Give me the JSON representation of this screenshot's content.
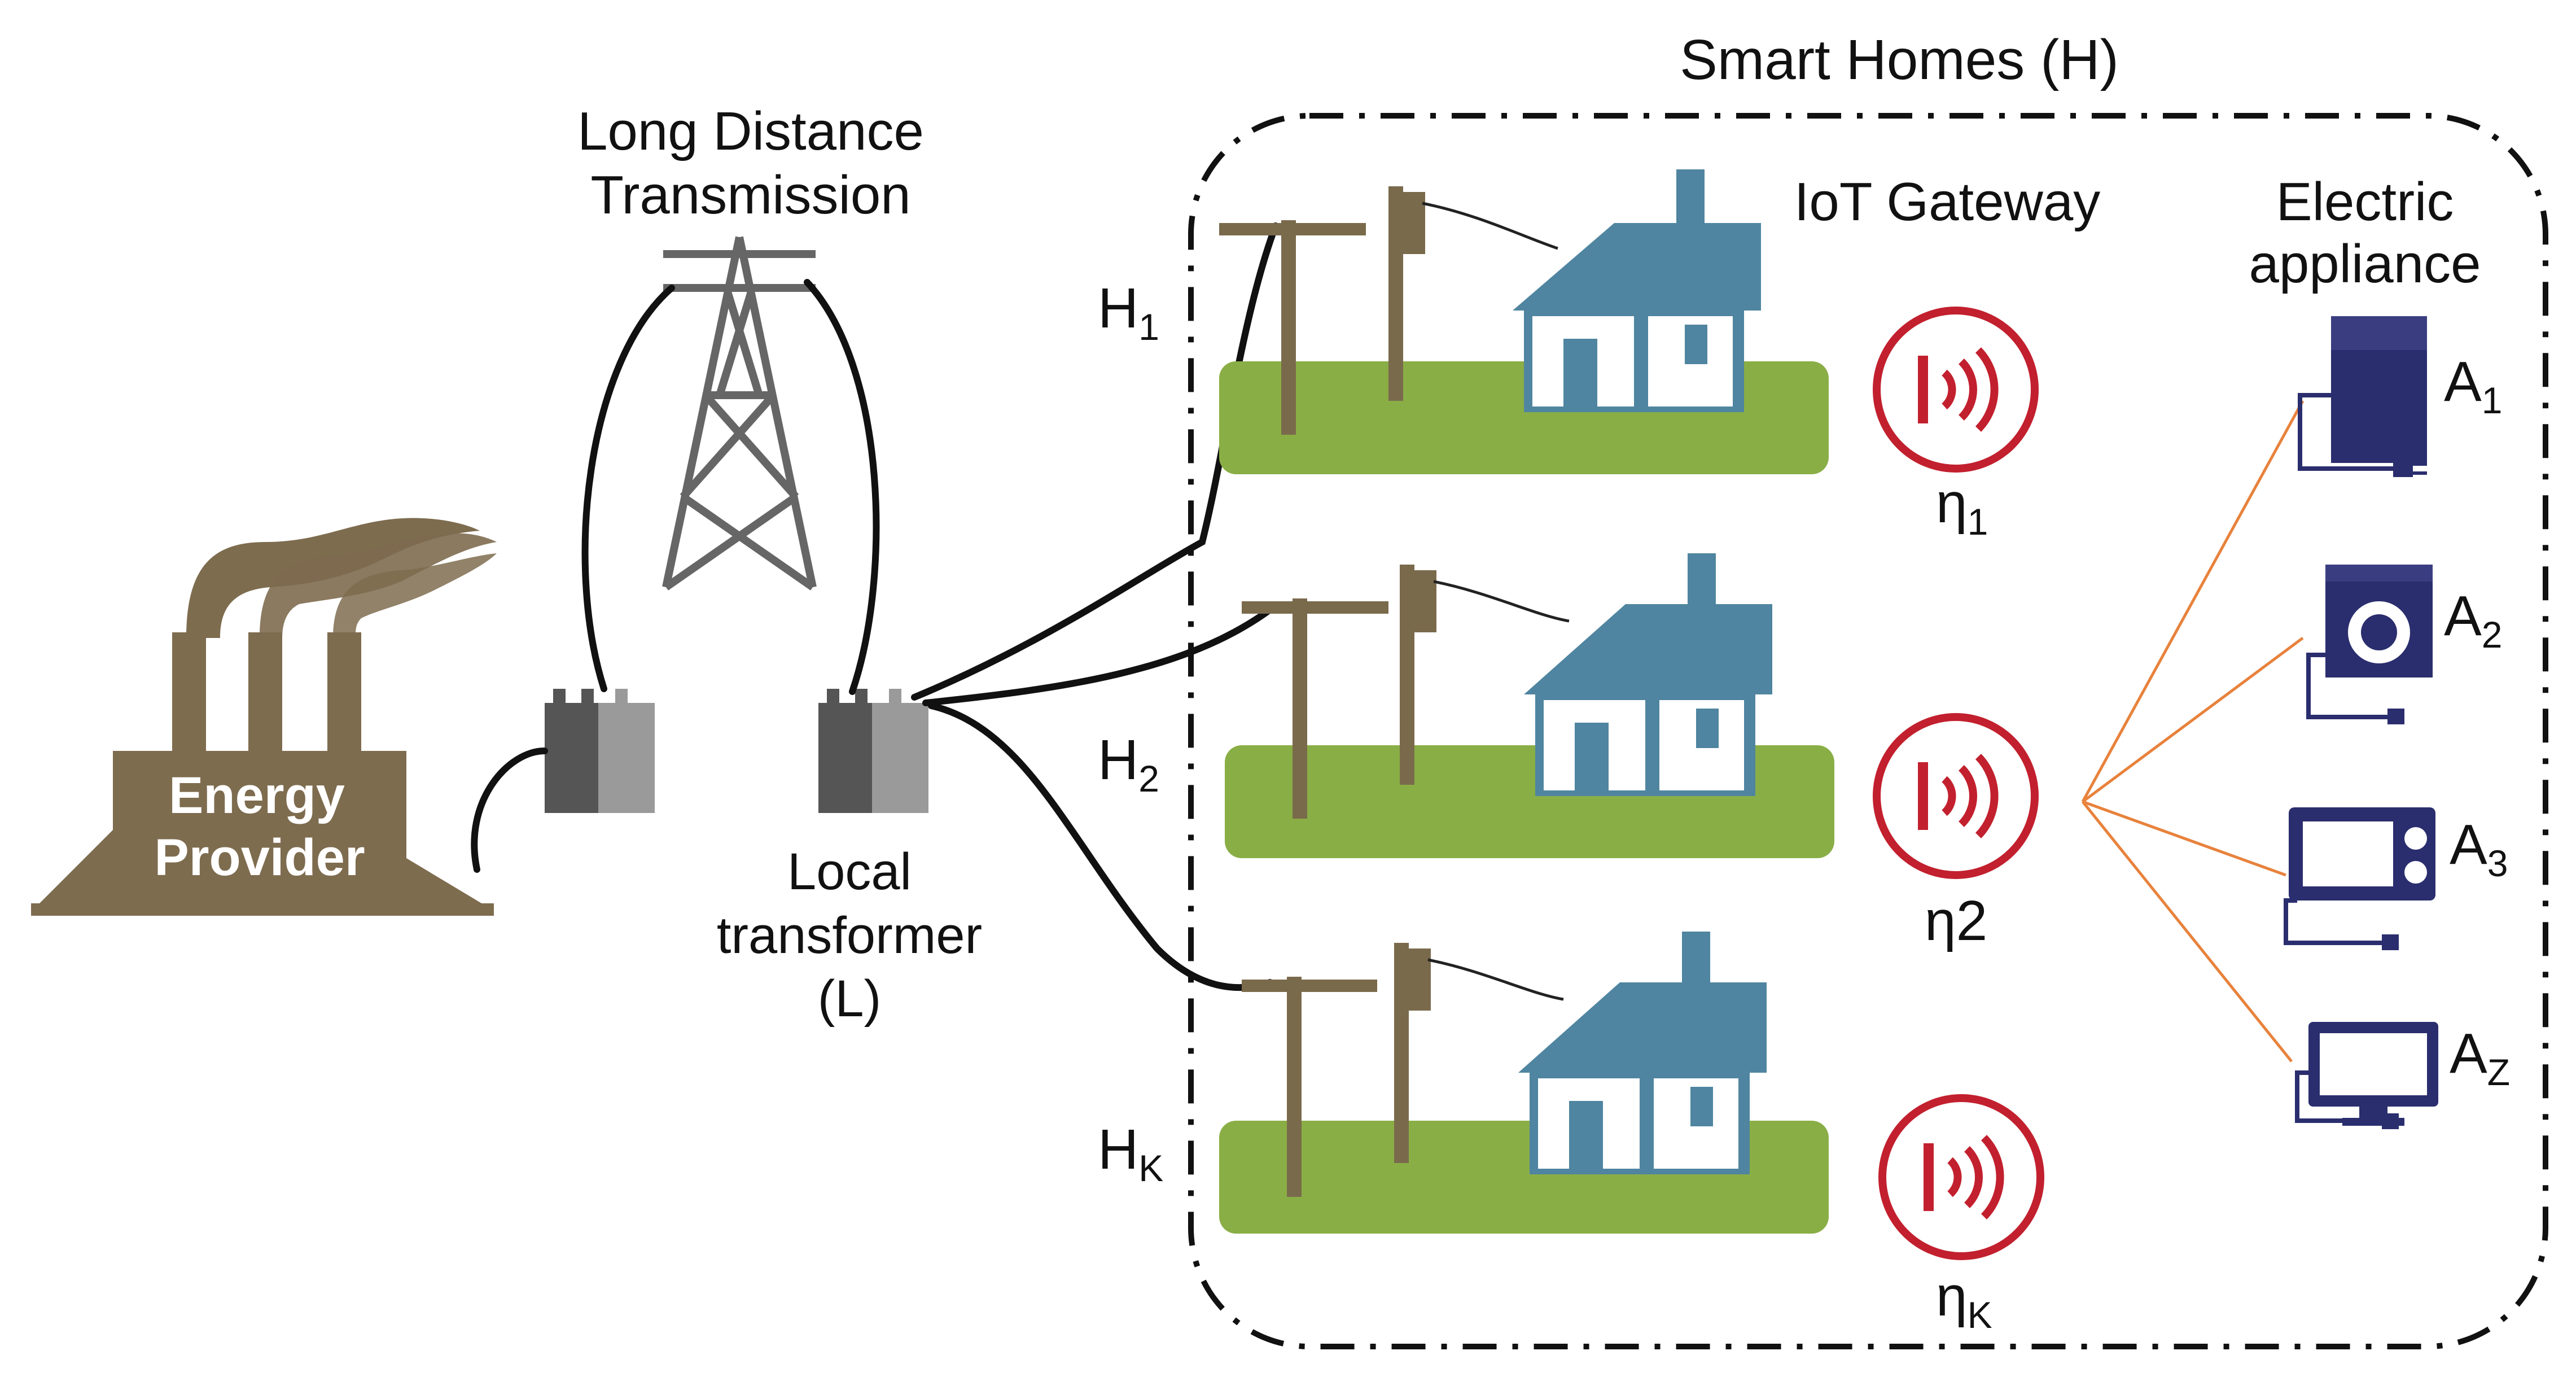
{
  "labels": {
    "smart_homes": "Smart Homes (H)",
    "long_distance_line1": "Long Distance",
    "long_distance_line2": "Transmission",
    "iot_gateway": "IoT Gateway",
    "electric_line1": "Electric",
    "electric_line2": "appliance",
    "energy_line1": "Energy",
    "energy_line2": "Provider",
    "local_line1": "Local",
    "local_line2": "transformer",
    "local_line3": "(L)"
  },
  "homes": [
    {
      "base": "H",
      "sub": "1"
    },
    {
      "base": "H",
      "sub": "2"
    },
    {
      "base": "H",
      "sub": "K"
    }
  ],
  "gateways": [
    {
      "base": "η",
      "sub": "1"
    },
    {
      "base": "η2",
      "sub": ""
    },
    {
      "base": "η",
      "sub": "K"
    }
  ],
  "appliances": [
    {
      "base": "A",
      "sub": "1",
      "icon": "refrigerator-icon"
    },
    {
      "base": "A",
      "sub": "2",
      "icon": "washing-machine-icon"
    },
    {
      "base": "A",
      "sub": "3",
      "icon": "microwave-icon"
    },
    {
      "base": "A",
      "sub": "Z",
      "icon": "tv-icon"
    }
  ],
  "colors": {
    "house": "#4f85a0",
    "grass": "#8aae46",
    "pole": "#7a6a4c",
    "factory": "#7e6c4f",
    "gateway_red": "#c2202e",
    "appliance_navy": "#2a2e6e",
    "link_orange": "#e8823c",
    "transformer_dark": "#555555",
    "transformer_light": "#9a9a9a"
  }
}
